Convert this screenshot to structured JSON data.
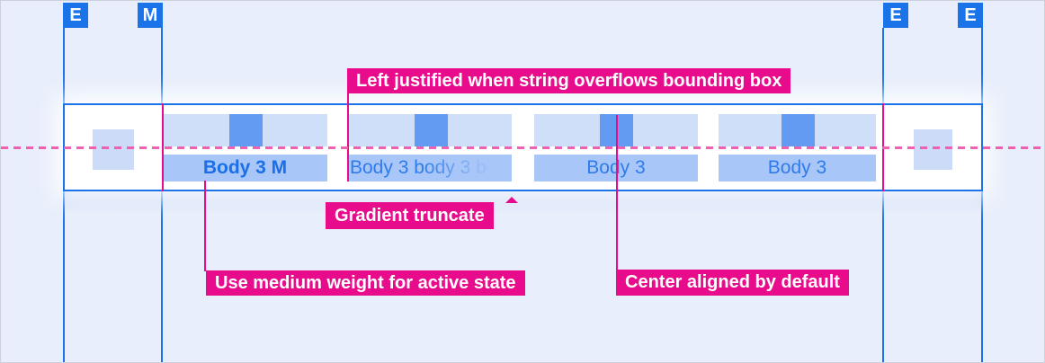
{
  "colors": {
    "accent_blue": "#1a73e8",
    "annotation_pink": "#e80c8c",
    "dashed_baseline_pink": "#ee60b0",
    "tab_icon_blue": "#649bf2",
    "tab_row_light_blue": "#cfdff9",
    "tab_label_blue": "#a9c6f8",
    "background": "#e8eefb"
  },
  "measure_badges": [
    {
      "label": "E"
    },
    {
      "label": "M"
    },
    {
      "label": "E"
    },
    {
      "label": "E"
    }
  ],
  "tab_bar": {
    "tabs": [
      {
        "label": "Body 3 M",
        "state": "active",
        "align": "center",
        "icon": "icon-placeholder-square"
      },
      {
        "label": "Body 3 body 3 b",
        "state": "default",
        "align": "left",
        "truncation": "gradient",
        "icon": "icon-placeholder-square"
      },
      {
        "label": "Body 3",
        "state": "default",
        "align": "center",
        "icon": "icon-placeholder-square"
      },
      {
        "label": "Body 3",
        "state": "default",
        "align": "center",
        "icon": "icon-placeholder-square"
      }
    ]
  },
  "annotations": {
    "left_justified": "Left justified when string overflows bounding box",
    "gradient_truncate": "Gradient truncate",
    "medium_weight": "Use medium weight for active state",
    "center_aligned": "Center aligned by default"
  }
}
